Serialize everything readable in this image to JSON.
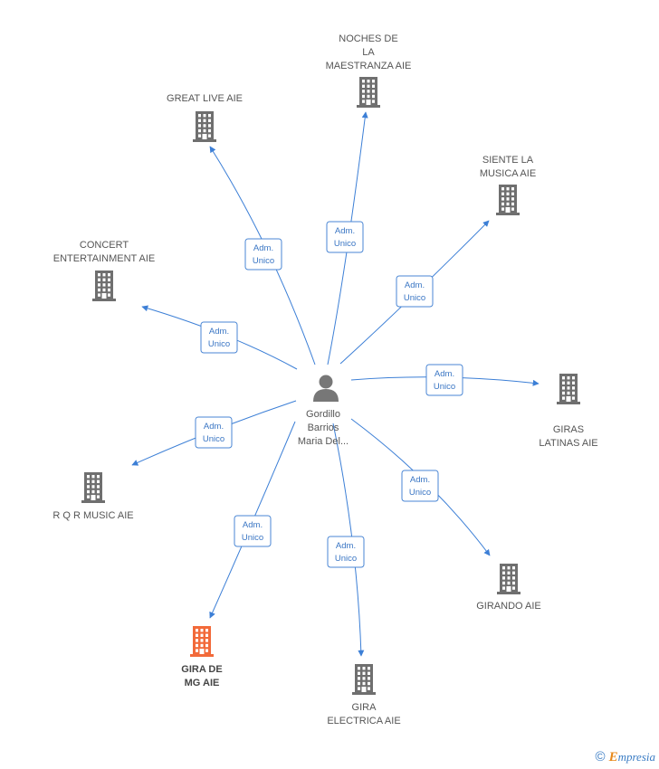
{
  "colors": {
    "edge": "#3c7fd6",
    "building": "#6f6f6f",
    "building_highlight": "#f26a3a",
    "person": "#777777"
  },
  "center": {
    "label_lines": [
      "Gordillo",
      "Barrios",
      "Maria Del..."
    ],
    "icon": "person-icon"
  },
  "nodes": [
    {
      "id": "noches",
      "label_lines": [
        "NOCHES DE",
        "LA",
        "MAESTRANZA AIE"
      ],
      "edge_label": [
        "Adm.",
        "Unico"
      ],
      "icon": "building-icon",
      "highlight": false
    },
    {
      "id": "great-live",
      "label_lines": [
        "GREAT LIVE AIE"
      ],
      "edge_label": [
        "Adm.",
        "Unico"
      ],
      "icon": "building-icon",
      "highlight": false
    },
    {
      "id": "siente",
      "label_lines": [
        "SIENTE LA",
        "MUSICA AIE"
      ],
      "edge_label": [
        "Adm.",
        "Unico"
      ],
      "icon": "building-icon",
      "highlight": false
    },
    {
      "id": "concert",
      "label_lines": [
        "CONCERT",
        "ENTERTAINMENT AIE"
      ],
      "edge_label": [
        "Adm.",
        "Unico"
      ],
      "icon": "building-icon",
      "highlight": false
    },
    {
      "id": "giras-latinas",
      "label_lines": [
        "GIRAS",
        "LATINAS AIE"
      ],
      "edge_label": [
        "Adm.",
        "Unico"
      ],
      "icon": "building-icon",
      "highlight": false
    },
    {
      "id": "rqr",
      "label_lines": [
        "R Q R MUSIC AIE"
      ],
      "edge_label": [
        "Adm.",
        "Unico"
      ],
      "icon": "building-icon",
      "highlight": false
    },
    {
      "id": "girando",
      "label_lines": [
        "GIRANDO AIE"
      ],
      "edge_label": [
        "Adm.",
        "Unico"
      ],
      "icon": "building-icon",
      "highlight": false
    },
    {
      "id": "gira-mg",
      "label_lines": [
        "GIRA DE",
        "MG AIE"
      ],
      "edge_label": [
        "Adm.",
        "Unico"
      ],
      "icon": "building-icon",
      "highlight": true
    },
    {
      "id": "gira-electrica",
      "label_lines": [
        "GIRA",
        "ELECTRICA AIE"
      ],
      "edge_label": [
        "Adm.",
        "Unico"
      ],
      "icon": "building-icon",
      "highlight": false
    }
  ],
  "footer": {
    "copyright": "©",
    "brand_e": "E",
    "brand_rest": "mpresia"
  }
}
